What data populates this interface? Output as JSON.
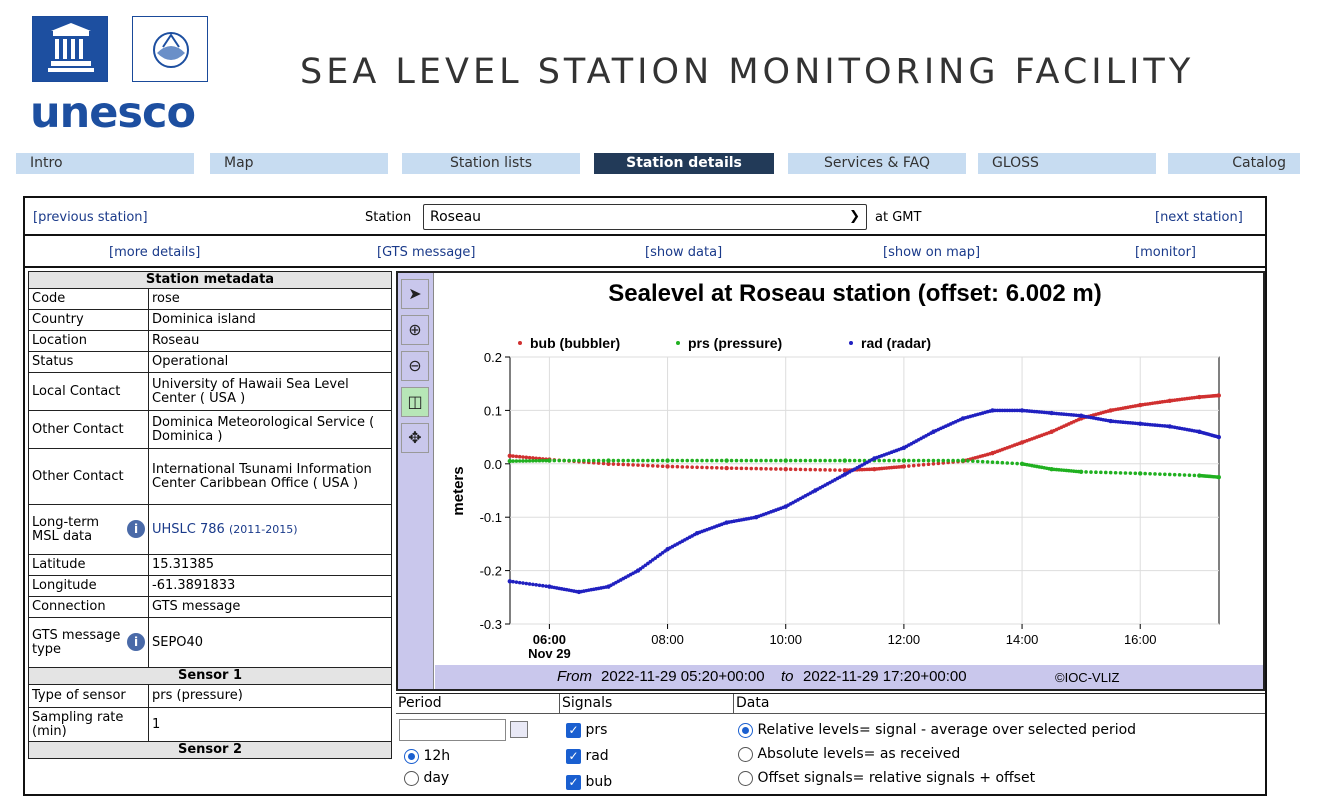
{
  "header": {
    "logo_text": "unesco",
    "site_title": "SEA LEVEL STATION MONITORING FACILITY"
  },
  "nav": {
    "tabs": [
      {
        "label": "Intro",
        "active": false
      },
      {
        "label": "Map",
        "active": false
      },
      {
        "label": "Station lists",
        "active": false
      },
      {
        "label": "Station details",
        "active": true
      },
      {
        "label": "Services & FAQ",
        "active": false
      },
      {
        "label": "GLOSS",
        "active": false
      },
      {
        "label": "Catalog",
        "active": false
      }
    ]
  },
  "station_bar": {
    "prev": "[previous station]",
    "station_label": "Station",
    "station_value": "Roseau",
    "gmt": "at GMT",
    "next": "[next station]"
  },
  "links": {
    "more_details": "[more details]",
    "gts_message": "[GTS message]",
    "show_data": "[show data]",
    "show_on_map": "[show on map]",
    "monitor": "[monitor]"
  },
  "metadata": {
    "header": "Station metadata",
    "rows": [
      {
        "k": "Code",
        "v": "rose"
      },
      {
        "k": "Country",
        "v": "Dominica island"
      },
      {
        "k": "Location",
        "v": "Roseau"
      },
      {
        "k": "Status",
        "v": "Operational"
      },
      {
        "k": "Local Contact",
        "v": "University of Hawaii Sea Level Center ( USA )"
      },
      {
        "k": "Other Contact",
        "v": "Dominica Meteorological Service ( Dominica )"
      },
      {
        "k": "Other Contact",
        "v": "International Tsunami Information Center Caribbean Office ( USA )"
      },
      {
        "k": "Long-term MSL data",
        "v": "UHSLC 786",
        "v2": "(2011-2015)"
      },
      {
        "k": "Latitude",
        "v": "15.31385"
      },
      {
        "k": "Longitude",
        "v": "-61.3891833"
      },
      {
        "k": "Connection",
        "v": "GTS message"
      },
      {
        "k": "GTS message type",
        "v": "SEPO40"
      }
    ],
    "sensor_header": "Sensor 1",
    "sensor_rows": [
      {
        "k": "Type of sensor",
        "v": "prs (pressure)"
      },
      {
        "k": "Sampling rate (min)",
        "v": "1"
      }
    ],
    "next_header": "Sensor 2"
  },
  "chart_data": {
    "type": "scatter",
    "title": "Sealevel at Roseau station (offset: 6.002 m)",
    "ylabel": "meters",
    "xlabel": "",
    "ylim": [
      -0.3,
      0.2
    ],
    "xlim": [
      5.3333,
      17.3333
    ],
    "y_ticks": [
      "0.2",
      "0.1",
      "0.0",
      "-0.1",
      "-0.2",
      "-0.3"
    ],
    "x_ticks": [
      {
        "x": 6,
        "label": "06:00",
        "sub": "Nov 29"
      },
      {
        "x": 8,
        "label": "08:00"
      },
      {
        "x": 10,
        "label": "10:00"
      },
      {
        "x": 12,
        "label": "12:00"
      },
      {
        "x": 14,
        "label": "14:00"
      },
      {
        "x": 16,
        "label": "16:00"
      }
    ],
    "grid": true,
    "legend_position": "top",
    "series": [
      {
        "name": "bub (bubbler)",
        "color": "#d03030",
        "x": [
          5.33,
          6.0,
          7.0,
          8.0,
          9.0,
          10.0,
          11.0,
          11.5,
          12.0,
          13.0,
          13.5,
          14.0,
          14.5,
          15.0,
          15.5,
          16.0,
          16.5,
          17.0,
          17.33
        ],
        "y": [
          0.015,
          0.008,
          0.0,
          -0.005,
          -0.008,
          -0.01,
          -0.012,
          -0.01,
          -0.005,
          0.005,
          0.02,
          0.04,
          0.06,
          0.085,
          0.1,
          0.11,
          0.118,
          0.125,
          0.128
        ]
      },
      {
        "name": "prs (pressure)",
        "color": "#20b020",
        "x": [
          5.33,
          6.0,
          7.0,
          8.0,
          9.0,
          10.0,
          11.0,
          12.0,
          13.0,
          14.0,
          14.5,
          15.0,
          16.0,
          17.0,
          17.33
        ],
        "y": [
          0.005,
          0.006,
          0.006,
          0.006,
          0.006,
          0.006,
          0.006,
          0.006,
          0.006,
          0.0,
          -0.01,
          -0.015,
          -0.018,
          -0.022,
          -0.025
        ]
      },
      {
        "name": "rad (radar)",
        "color": "#2020c0",
        "x": [
          5.33,
          6.0,
          6.5,
          7.0,
          7.5,
          8.0,
          8.5,
          9.0,
          9.5,
          10.0,
          10.5,
          11.0,
          11.5,
          12.0,
          12.5,
          13.0,
          13.5,
          14.0,
          14.5,
          15.0,
          15.5,
          16.0,
          16.5,
          17.0,
          17.33
        ],
        "y": [
          -0.22,
          -0.23,
          -0.24,
          -0.23,
          -0.2,
          -0.16,
          -0.13,
          -0.11,
          -0.1,
          -0.08,
          -0.05,
          -0.02,
          0.01,
          0.03,
          0.06,
          0.085,
          0.1,
          0.1,
          0.095,
          0.09,
          0.08,
          0.075,
          0.07,
          0.06,
          0.05
        ]
      }
    ],
    "footer": {
      "from_word": "From",
      "from": "2022-11-29 05:20+00:00",
      "to_word": "to",
      "to": "2022-11-29 17:20+00:00",
      "credit": "©IOC-VLIZ"
    }
  },
  "controls": {
    "period_label": "Period",
    "period_options": [
      {
        "label": "12h",
        "selected": true
      },
      {
        "label": "day",
        "selected": false
      }
    ],
    "signals_label": "Signals",
    "signals": [
      {
        "label": "prs",
        "checked": true
      },
      {
        "label": "rad",
        "checked": true
      },
      {
        "label": "bub",
        "checked": true
      }
    ],
    "data_label": "Data",
    "data_options": [
      {
        "label": "Relative levels= signal - average over selected period",
        "selected": true
      },
      {
        "label": "Absolute levels= as received",
        "selected": false
      },
      {
        "label": "Offset signals= relative signals + offset",
        "selected": false
      }
    ]
  }
}
